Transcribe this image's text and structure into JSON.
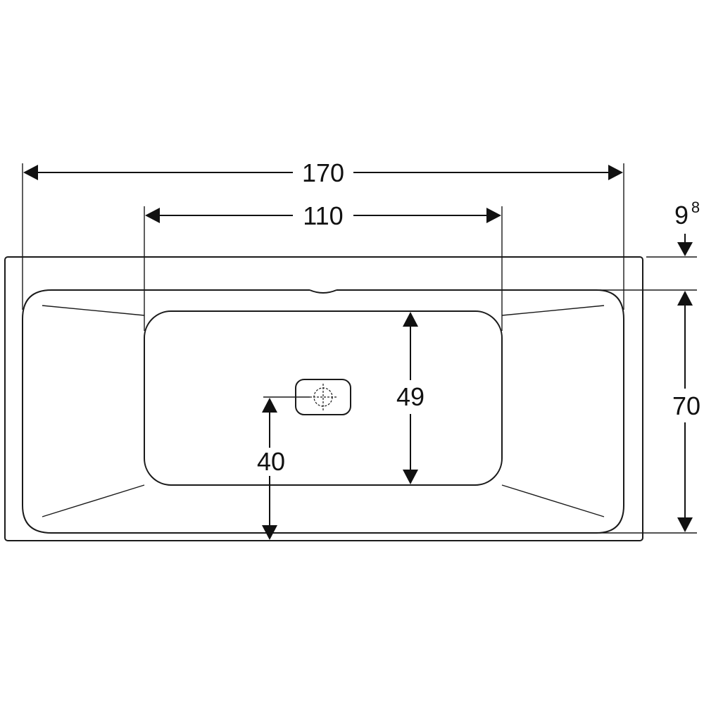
{
  "drawing": {
    "overall_length": "170",
    "inner_length": "110",
    "inner_width": "49",
    "overall_width": "70",
    "drain_position": "40",
    "rim_height": "9",
    "rim_height_sup": "8"
  }
}
